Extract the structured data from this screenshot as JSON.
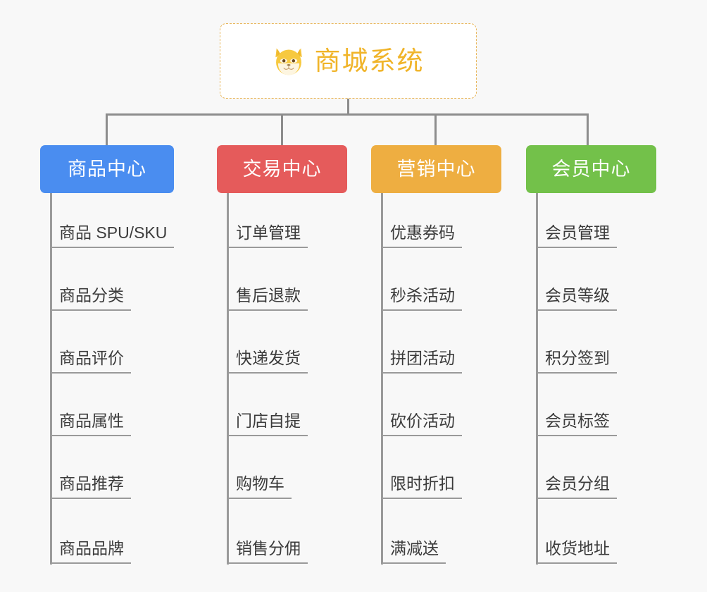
{
  "page": {
    "background_color": "#f8f8f8",
    "diagram_type": "org-chart"
  },
  "root": {
    "title": "商城系统",
    "icon": "shiba-dog-face-icon",
    "text_color": "#f0b429",
    "border_color": "#e8b65a",
    "background_color": "#ffffff"
  },
  "connector": {
    "color": "#8d8d8d"
  },
  "columns": [
    {
      "title": "商品中心",
      "color": "#4a8df0",
      "title_color": "#ffffff",
      "items": [
        "商品 SPU/SKU",
        "商品分类",
        "商品评价",
        "商品属性",
        "商品推荐",
        "商品品牌"
      ]
    },
    {
      "title": "交易中心",
      "color": "#e55b5b",
      "title_color": "#ffffff",
      "items": [
        "订单管理",
        "售后退款",
        "快递发货",
        "门店自提",
        "购物车",
        "销售分佣"
      ]
    },
    {
      "title": "营销中心",
      "color": "#eeae41",
      "title_color": "#ffffff",
      "items": [
        "优惠券码",
        "秒杀活动",
        "拼团活动",
        "砍价活动",
        "限时折扣",
        "满减送"
      ]
    },
    {
      "title": "会员中心",
      "color": "#73c14a",
      "title_color": "#ffffff",
      "items": [
        "会员管理",
        "会员等级",
        "积分签到",
        "会员标签",
        "会员分组",
        "收货地址"
      ]
    }
  ]
}
